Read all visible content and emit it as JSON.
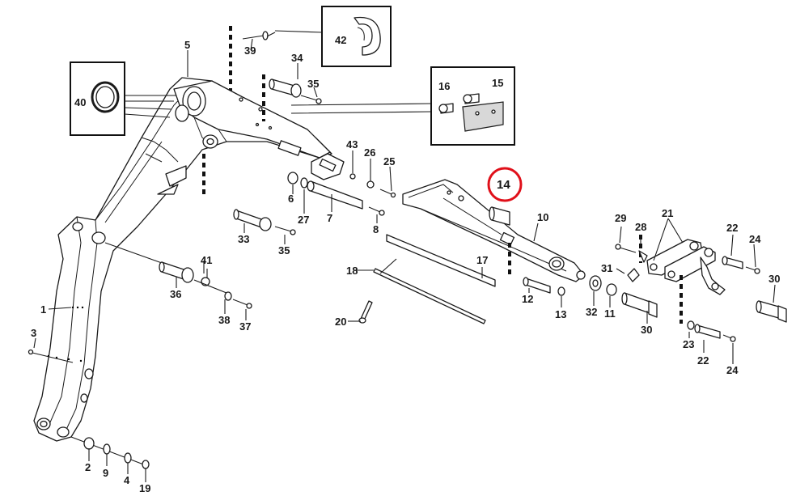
{
  "labels": {
    "p1": "1",
    "p2": "2",
    "p3": "3",
    "p4": "4",
    "p5": "5",
    "p6": "6",
    "p7": "7",
    "p8": "8",
    "p9": "9",
    "p10": "10",
    "p11": "11",
    "p12": "12",
    "p13": "13",
    "p14": "14",
    "p15": "15",
    "p16": "16",
    "p17": "17",
    "p18": "18",
    "p19": "19",
    "p20": "20",
    "p21": "21",
    "p22a": "22",
    "p22b": "22",
    "p23": "23",
    "p24a": "24",
    "p24b": "24",
    "p25": "25",
    "p26": "26",
    "p27": "27",
    "p28": "28",
    "p29": "29",
    "p30a": "30",
    "p30b": "30",
    "p31": "31",
    "p32": "32",
    "p33": "33",
    "p34": "34",
    "p35a": "35",
    "p35b": "35",
    "p36": "36",
    "p37": "37",
    "p38": "38",
    "p39": "39",
    "p40": "40",
    "p41": "41",
    "p42": "42",
    "p43": "43"
  },
  "highlight": {
    "part": "14",
    "color": "#e0101a"
  },
  "colors": {
    "ink": "#1a1a1a",
    "background": "#ffffff"
  }
}
